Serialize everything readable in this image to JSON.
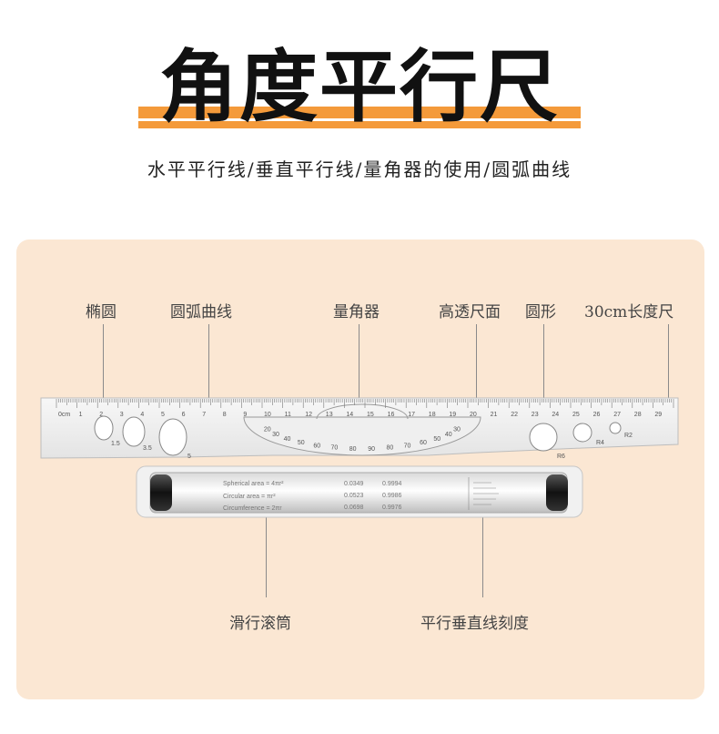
{
  "header": {
    "title": "角度平行尺",
    "subtitle": "水平平行线/垂直平行线/量角器的使用/圆弧曲线"
  },
  "callouts": {
    "ellipse": "椭圆",
    "arc_curve": "圆弧曲线",
    "protractor": "量角器",
    "transparent_surface": "高透尺面",
    "circle": "圆形",
    "ruler_30cm": "30cm长度尺",
    "roller": "滑行滚筒",
    "parallel_scale": "平行垂直线刻度"
  },
  "ruler": {
    "cm_numbers": [
      "0cm",
      "1",
      "2",
      "3",
      "4",
      "5",
      "6",
      "7",
      "8",
      "9",
      "10",
      "11",
      "12",
      "13",
      "14",
      "15",
      "16",
      "17",
      "18",
      "19",
      "20",
      "21",
      "22",
      "23",
      "24",
      "25",
      "26",
      "27",
      "28",
      "29"
    ],
    "protractor_numbers": [
      "20",
      "30",
      "40",
      "50",
      "60",
      "70",
      "80",
      "90",
      "80",
      "70",
      "60",
      "50",
      "40",
      "30"
    ],
    "hole_labels": [
      "1.5",
      "3.5",
      "5",
      "R6",
      "R4",
      "R2"
    ],
    "roller_text": [
      "Spherical area = 4πr²",
      "Circular area = πr²",
      "Circumference = 2πr",
      "0.0349",
      "0.0523",
      "0.0698",
      "0.9994",
      "0.9986",
      "0.9976"
    ]
  },
  "colors": {
    "accent": "#f49a3a",
    "panel": "#fbe7d3"
  }
}
